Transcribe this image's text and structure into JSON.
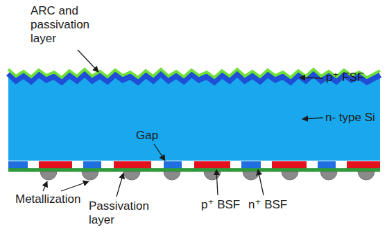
{
  "diagram": {
    "labels": [
      "ARC and passivation layer",
      "p⁺ FSF",
      "n- type Si",
      "Gap",
      "Metallization",
      "Passivation layer",
      "p⁺ BSF",
      "n⁺ BSF"
    ]
  }
}
